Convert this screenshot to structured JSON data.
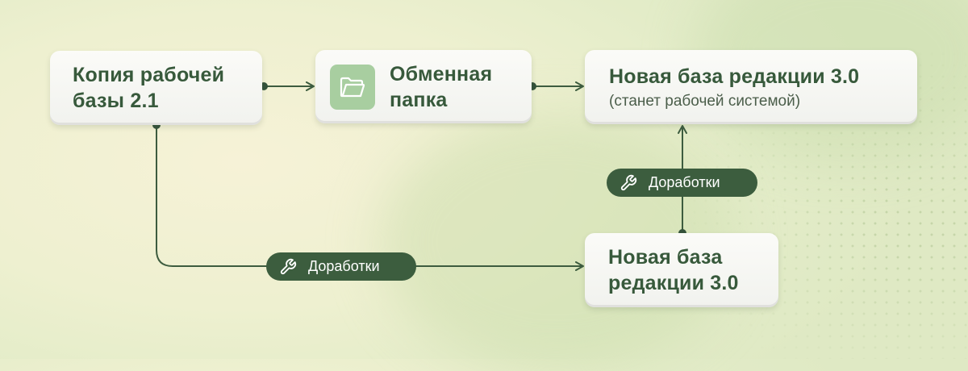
{
  "nodes": {
    "working_copy": {
      "title": "Копия рабочей\nбазы 2.1",
      "icon": "none"
    },
    "exchange_folder": {
      "title": "Обменная\nпапка",
      "icon": "folder-icon"
    },
    "new_base_final": {
      "title": "Новая база редакции 3.0",
      "subtitle": "(станет рабочей системой)"
    },
    "new_base": {
      "title": "Новая база\nредакции 3.0"
    }
  },
  "edges": [
    {
      "from": "working_copy",
      "to": "exchange_folder",
      "label": ""
    },
    {
      "from": "exchange_folder",
      "to": "new_base_final",
      "label": ""
    },
    {
      "from": "working_copy",
      "to": "new_base",
      "label": "Доработки",
      "icon": "wrench-icon"
    },
    {
      "from": "new_base",
      "to": "new_base_final",
      "label": "Доработки",
      "icon": "wrench-icon"
    }
  ],
  "colors": {
    "accent": "#3c5d3e",
    "line": "#3d5c3f",
    "node_text": "#37593b",
    "folder_bg": "#a8cea0",
    "folder_icon": "#ffffff"
  }
}
